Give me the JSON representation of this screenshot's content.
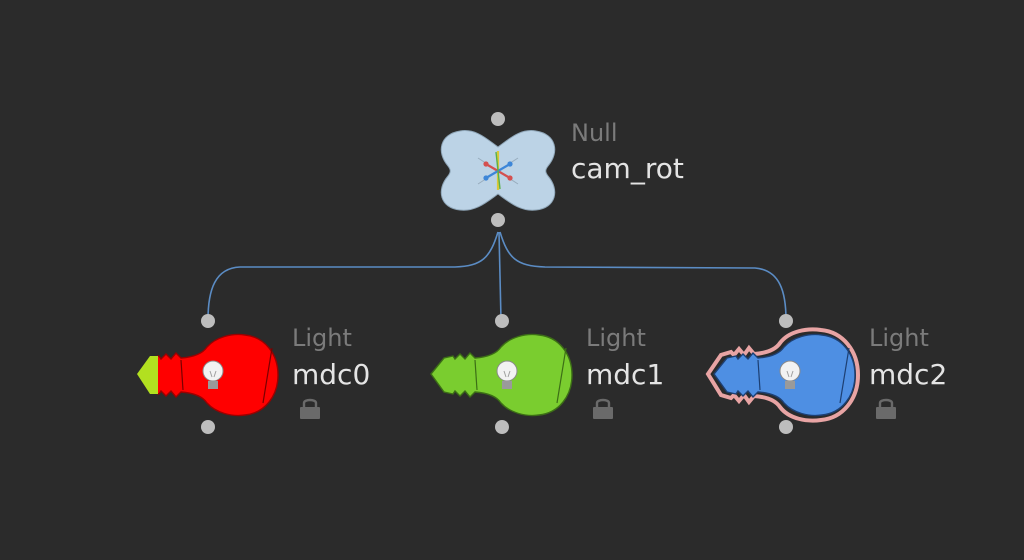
{
  "network": {
    "background_color": "#2b2b2b",
    "wire_color": "#5b8cc4",
    "connector_color": "#bdbdbd",
    "nodes": {
      "null": {
        "type": "Null",
        "name": "cam_rot",
        "color": "#bcd3e6",
        "icon": "null-axis-icon"
      },
      "light0": {
        "type": "Light",
        "name": "mdc0",
        "color": "#ff0000",
        "tip_color": "#b2e020",
        "icon": "light-bulb-icon",
        "locked": true,
        "highlighted": false
      },
      "light1": {
        "type": "Light",
        "name": "mdc1",
        "color": "#7acd2f",
        "icon": "light-bulb-icon",
        "locked": true,
        "highlighted": false
      },
      "light2": {
        "type": "Light",
        "name": "mdc2",
        "color": "#4e8fe3",
        "outline_color": "#e8a4a4",
        "icon": "light-bulb-icon",
        "locked": true,
        "highlighted": true
      }
    }
  }
}
